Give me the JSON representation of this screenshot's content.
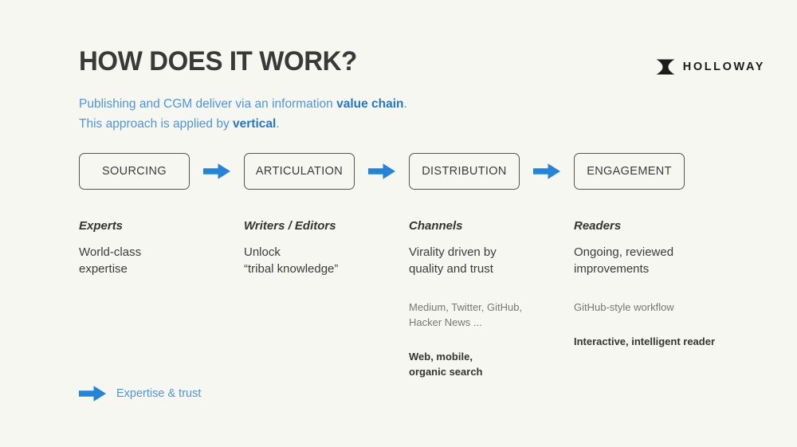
{
  "slide": {
    "background_color": "#f7f7f2",
    "title": "HOW DOES IT WORK?",
    "title_color": "#393937"
  },
  "brand": {
    "name": "HOLLOWAY",
    "mark_icon": "bowtie-logo-icon",
    "mark_color": "#1c1c1a"
  },
  "subtitle": {
    "line1_pre": "Publishing and CGM deliver via an information ",
    "line1_bold": "value chain",
    "line1_post": ".",
    "line2_pre": "This approach is applied by ",
    "line2_bold": "vertical",
    "line2_post": ".",
    "color": "#4f95d8",
    "bold_color": "#2478c7"
  },
  "stages": {
    "arrow_color": "#2583d8",
    "items": [
      {
        "label": "SOURCING"
      },
      {
        "label": "ARTICULATION"
      },
      {
        "label": "DISTRIBUTION"
      },
      {
        "label": "ENGAGEMENT"
      }
    ]
  },
  "columns": [
    {
      "heading": "Experts",
      "body": "World-class\nexpertise",
      "note": "",
      "strong": ""
    },
    {
      "heading": "Writers / Editors",
      "body": "Unlock\n“tribal knowledge”",
      "note": "",
      "strong": ""
    },
    {
      "heading": "Channels",
      "body": "Virality driven by\nquality and trust",
      "note": "Medium, Twitter, GitHub,\nHacker News ...",
      "strong": "Web, mobile,\norganic search"
    },
    {
      "heading": "Readers",
      "body": "Ongoing, reviewed\nimprovements",
      "note": "GitHub-style workflow",
      "strong": "Interactive, intelligent reader"
    }
  ],
  "legend": {
    "arrow_icon": "right-arrow-icon",
    "label": "Expertise & trust",
    "color": "#4f95d8"
  }
}
